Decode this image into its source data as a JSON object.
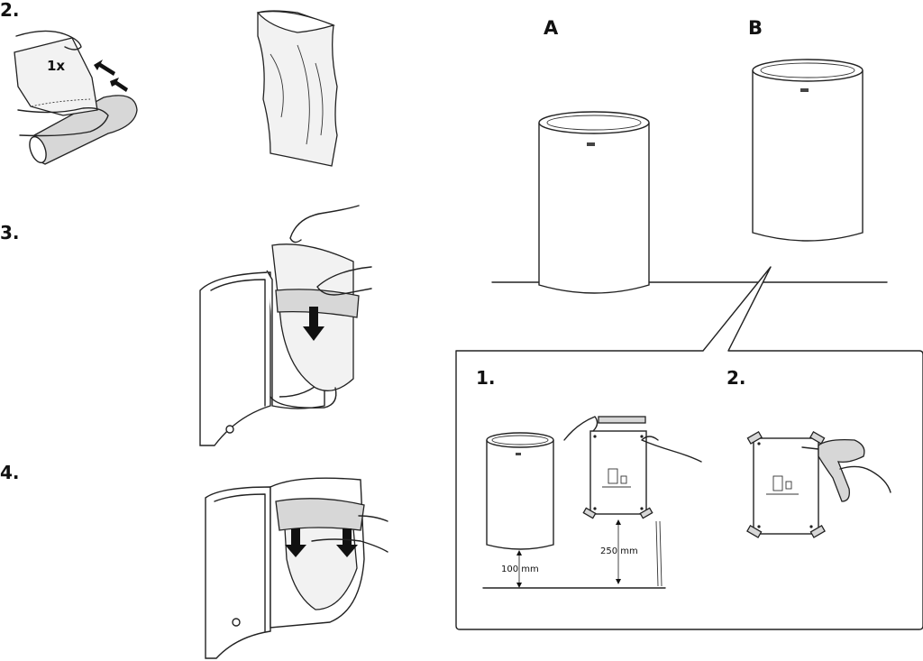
{
  "steps": {
    "s2": "2.",
    "s3": "3.",
    "s4": "4."
  },
  "quantity_label": "1x",
  "variants": {
    "a": "A",
    "b": "B"
  },
  "detail": {
    "step1": "1.",
    "step2": "2.",
    "floor_gap": "100 mm",
    "mount_height": "250 mm"
  }
}
